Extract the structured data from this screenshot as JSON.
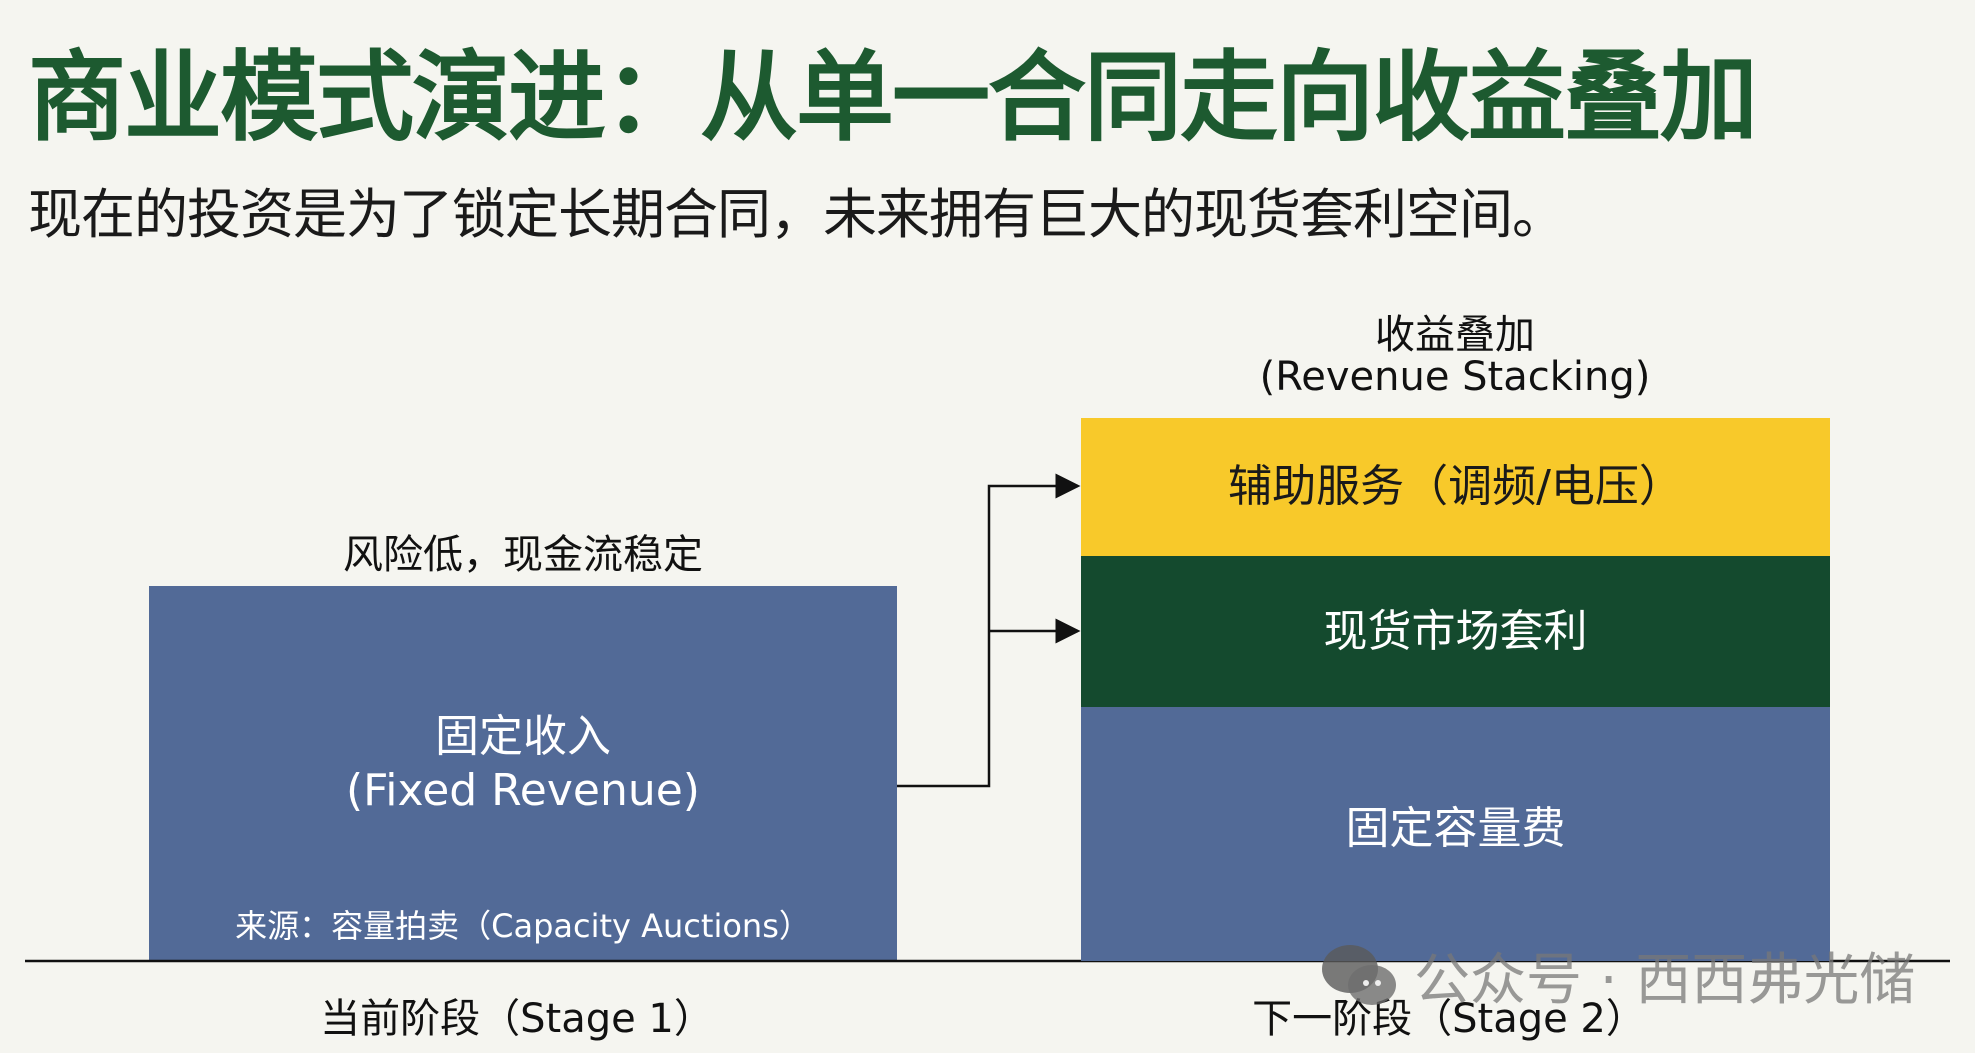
{
  "header": {
    "title": "商业模式演进：从单一合同走向收益叠加",
    "subtitle": "现在的投资是为了锁定长期合同，未来拥有巨大的现货套利空间。"
  },
  "stage1": {
    "note": "风险低，现金流稳定",
    "box_title": "固定收入",
    "box_title_en": "(Fixed Revenue)",
    "source": "来源：容量拍卖（Capacity Auctions）",
    "label": "当前阶段（Stage 1）"
  },
  "stage2": {
    "heading": "收益叠加",
    "heading_en": "(Revenue Stacking)",
    "layers": [
      {
        "label": "辅助服务（调频/电压）"
      },
      {
        "label": "现货市场套利"
      },
      {
        "label": "固定容量费"
      }
    ],
    "label": "下一阶段（Stage 2）"
  },
  "watermark": "公众号 · 西西弗光储",
  "colors": {
    "blue": "#526a97",
    "yellow": "#f8c92a",
    "green": "#144a2e",
    "title": "#1d5a30"
  }
}
